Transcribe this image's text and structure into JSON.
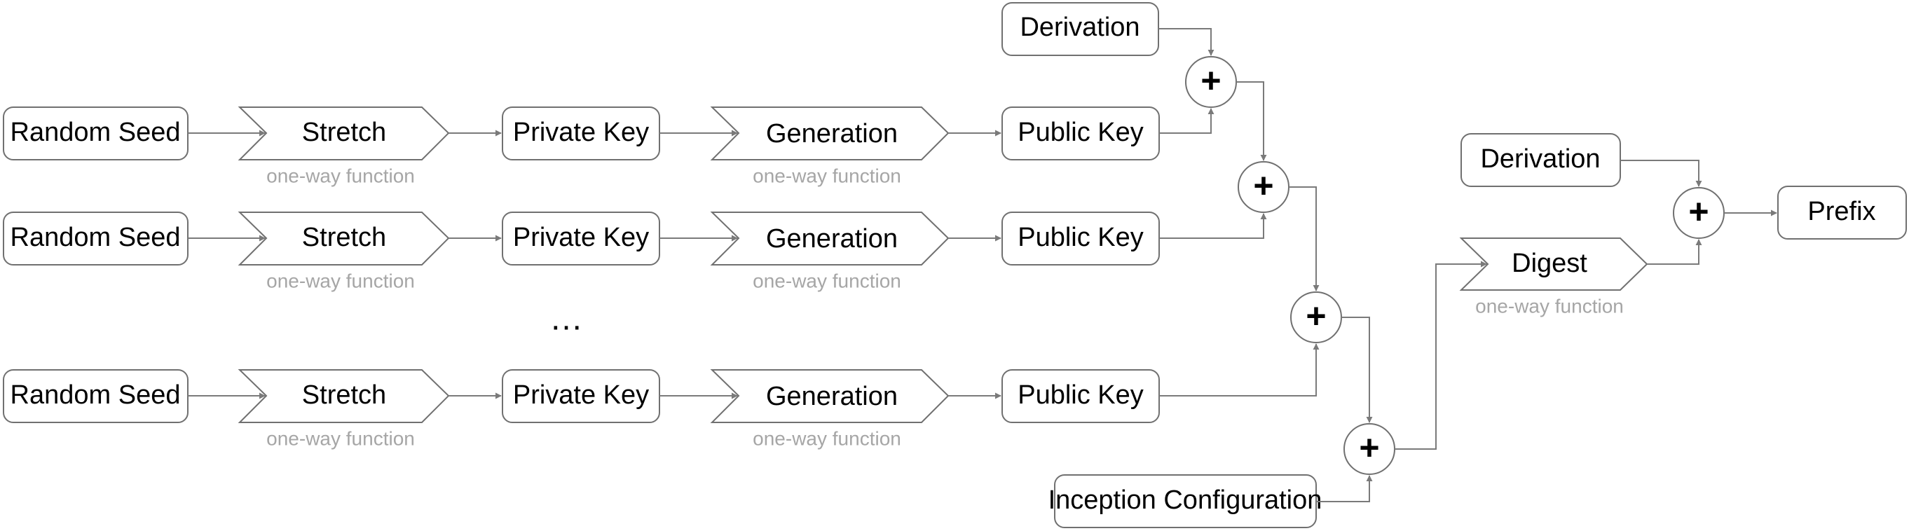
{
  "rows": [
    {
      "seed": "Random Seed",
      "stretch": "Stretch",
      "stretch_note": "one-way function",
      "private_key": "Private Key",
      "generation": "Generation",
      "generation_note": "one-way function",
      "public_key": "Public Key"
    },
    {
      "seed": "Random Seed",
      "stretch": "Stretch",
      "stretch_note": "one-way function",
      "private_key": "Private Key",
      "generation": "Generation",
      "generation_note": "one-way function",
      "public_key": "Public Key"
    },
    {
      "seed": "Random Seed",
      "stretch": "Stretch",
      "stretch_note": "one-way function",
      "private_key": "Private Key",
      "generation": "Generation",
      "generation_note": "one-way function",
      "public_key": "Public Key"
    }
  ],
  "ellipsis": "…",
  "derivation_top": "Derivation",
  "inception_configuration": "Inception Configuration",
  "digest": "Digest",
  "digest_note": "one-way function",
  "derivation_right": "Derivation",
  "prefix": "Prefix",
  "combine_symbol": "+"
}
